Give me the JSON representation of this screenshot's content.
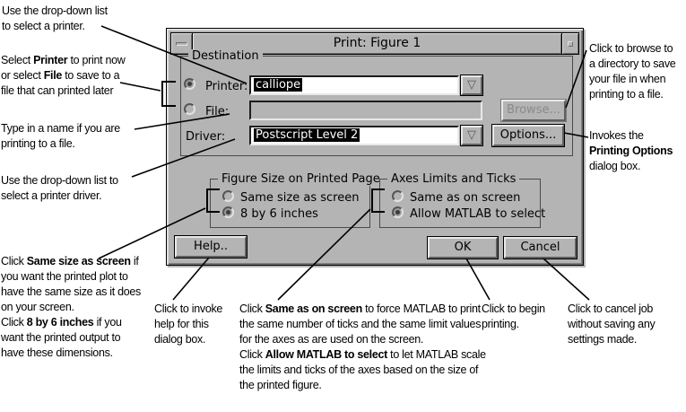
{
  "window": {
    "title": "Print: Figure 1",
    "destination": {
      "label": "Destination",
      "printer": {
        "label": "Printer:",
        "value": "calliope",
        "selected": true
      },
      "file": {
        "label": "File:",
        "value": "",
        "selected": false
      },
      "driver": {
        "label": "Driver:",
        "value": "Postscript Level 2"
      },
      "browse_label": "Browse...",
      "options_label": "Options...",
      "dropdown_glyph": "▽"
    },
    "figure_size": {
      "label": "Figure Size on Printed Page",
      "options": [
        {
          "label": "Same size as screen",
          "selected": false
        },
        {
          "label": "8 by 6 inches",
          "selected": true
        }
      ]
    },
    "axes": {
      "label": "Axes Limits and Ticks",
      "options": [
        {
          "label": "Same as on screen",
          "selected": false
        },
        {
          "label": "Allow MATLAB to select",
          "selected": true
        }
      ]
    },
    "buttons": {
      "help": "Help..",
      "ok": "OK",
      "cancel": "Cancel"
    }
  },
  "annotations": {
    "printer_dropdown": {
      "segments": [
        {
          "t": "Use the drop-down list\nto select a printer."
        }
      ]
    },
    "destination_choice": {
      "segments": [
        {
          "t": "Select "
        },
        {
          "t": "Printer",
          "b": true
        },
        {
          "t": " to print now\nor select "
        },
        {
          "t": "File",
          "b": true
        },
        {
          "t": " to save to a\nfile that can printed later"
        }
      ]
    },
    "file_name": {
      "segments": [
        {
          "t": "Type in a name if you are\nprinting to a file."
        }
      ]
    },
    "driver_dropdown": {
      "segments": [
        {
          "t": "Use the drop-down list to\nselect a printer driver."
        }
      ]
    },
    "figure_size": {
      "segments": [
        {
          "t": "Click "
        },
        {
          "t": "Same size as screen",
          "b": true
        },
        {
          "t": " if\nyou want the printed plot to\nhave the same size as it does\non your screen.\nClick "
        },
        {
          "t": "8 by 6 inches",
          "b": true
        },
        {
          "t": " if you\nwant the printed output to\nhave these dimensions."
        }
      ]
    },
    "help": {
      "segments": [
        {
          "t": "Click to invoke\nhelp for this\ndialog box."
        }
      ]
    },
    "axes_limits": {
      "segments": [
        {
          "t": "Click "
        },
        {
          "t": "Same as on screen",
          "b": true
        },
        {
          "t": " to force MATLAB to print\nthe same number of ticks and the same limit values\nfor the axes as are used on the screen.\nClick "
        },
        {
          "t": "Allow MATLAB to select",
          "b": true
        },
        {
          "t": " to let MATLAB scale\nthe limits and ticks of the axes based on the size of\nthe printed figure."
        }
      ]
    },
    "ok": {
      "segments": [
        {
          "t": "Click to begin\nprinting."
        }
      ]
    },
    "cancel": {
      "segments": [
        {
          "t": "Click to cancel job\nwithout saving any\nsettings made."
        }
      ]
    },
    "browse": {
      "segments": [
        {
          "t": "Click to browse to\na directory to save\nyour file in when\nprinting to a file."
        }
      ]
    },
    "options": {
      "segments": [
        {
          "t": "Invokes the\n"
        },
        {
          "t": "Printing Options",
          "b": true
        },
        {
          "t": "\ndialog box."
        }
      ]
    }
  },
  "colors": {
    "dialog_bg": "#b4b4b4",
    "selection_bg": "#000000",
    "selection_fg": "#ffffff",
    "disabled_text": "#8a8a8a",
    "annotation_text": "#000000"
  }
}
